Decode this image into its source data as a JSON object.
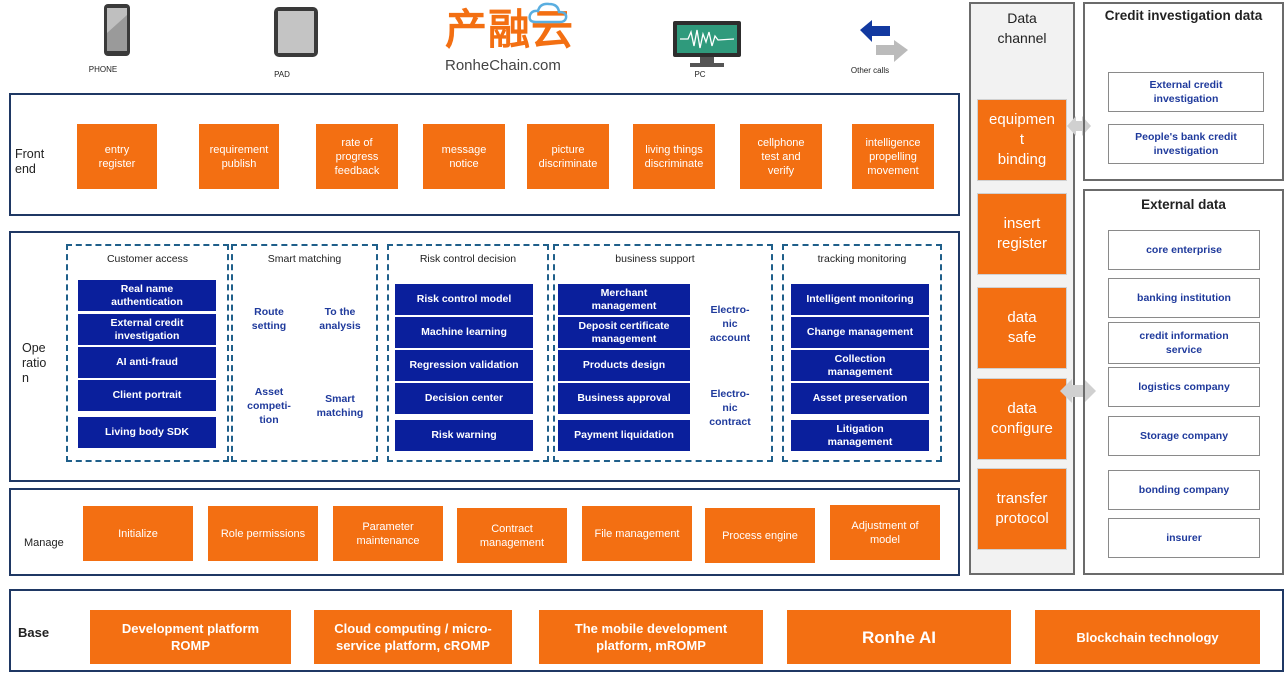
{
  "devices": {
    "phone": "PHONE",
    "pad": "PAD",
    "pc": "PC",
    "other": "Other calls"
  },
  "logo": {
    "cn": "产融云",
    "en": "RonheChain.com"
  },
  "frontend": {
    "label": "Front\nend",
    "items": [
      "entry\nregister",
      "requirement\npublish",
      "rate of\nprogress\nfeedback",
      "message\nnotice",
      "picture\ndiscriminate",
      "living things\ndiscriminate",
      "cellphone\ntest and\nverify",
      "intelligence\npropelling\nmovement"
    ]
  },
  "operation": {
    "label": "Ope\nratio\nn",
    "customer": {
      "title": "Customer  access",
      "items": [
        "Real name\nauthentication",
        "External credit\ninvestigation",
        "AI anti-fraud",
        "Client portrait",
        "Living body SDK"
      ]
    },
    "smart": {
      "title": "Smart matching",
      "items": [
        "Route\nsetting",
        "To the\nanalysis",
        "Asset\ncompeti-\ntion",
        "Smart\nmatching"
      ]
    },
    "risk": {
      "title": "Risk control  decision",
      "items": [
        "Risk control  model",
        "Machine  learning",
        "Regression  validation",
        "Decision  center",
        "Risk  warning"
      ]
    },
    "business": {
      "title": "business  support",
      "items": [
        "Merchant\nmanagement",
        "Deposit  certificate\nmanagement",
        "Products  design",
        "Business  approval",
        "Payment  liquidation"
      ],
      "side": [
        "Electro-\nnic\naccount",
        "Electro-\nnic\ncontract"
      ]
    },
    "tracking": {
      "title": "tracking  monitoring",
      "items": [
        "Intelligent  monitoring",
        "Change  management",
        "Collection\nmanagement",
        "Asset  preservation",
        "Litigation\nmanagement"
      ]
    }
  },
  "manage": {
    "label": "Manage",
    "items": [
      "Initialize",
      "Role permissions",
      "Parameter\nmaintenance",
      "Contract\nmanagement",
      "File management",
      "Process engine",
      "Adjustment of\nmodel"
    ]
  },
  "base": {
    "label": "Base",
    "items": [
      "Development platform\nROMP",
      "Cloud computing / micro-\nservice platform, cROMP",
      "The mobile development\nplatform, mROMP",
      "Ronhe AI",
      "Blockchain technology"
    ]
  },
  "channel": {
    "title": "Data\nchannel",
    "items": [
      "equipmen\nt\nbinding",
      "insert\nregister",
      "data\nsafe",
      "data\nconfigure",
      "transfer\nprotocol"
    ]
  },
  "credit": {
    "title": "Credit investigation data",
    "items": [
      "External  credit\ninvestigation",
      "People's  bank credit\ninvestigation"
    ]
  },
  "external": {
    "title": "External data",
    "items": [
      "core  enterprise",
      "banking  institution",
      "credit  information\nservice",
      "logistics  company",
      "Storage  company",
      "bonding  company",
      "insurer"
    ]
  },
  "colors": {
    "orange": "#f36f12",
    "navy": "#0a1f9c",
    "frame": "#1f3864"
  }
}
